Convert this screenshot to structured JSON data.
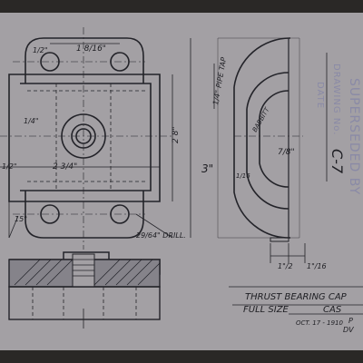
{
  "colors": {
    "paper": "#a3a0a4",
    "ink": "#232329",
    "stamp": "#8a8aa6",
    "border_dark": "#2a2826"
  },
  "dims": {
    "top_width": "1 8/16\"",
    "radius_left": "1/2\"",
    "quarter": "1/4\"",
    "half_left": "1/2\"",
    "two_three_quarter": "2 3/4\"",
    "two_eight": "2 8\"",
    "three": "3\"",
    "drill": "29/64\" DRILL.",
    "angle": "15°",
    "one_half": "1\"/2",
    "one_sixteenth": "1\"/16",
    "pipe_tap": "1/4\" PIPE TAP",
    "babbitt": "BABBITT",
    "seven_eighth": "7/8\"",
    "one_sixteenth_r": "1/16"
  },
  "title_block": {
    "superseded": "SUPERSEDED BY",
    "drawing_no_label": "DRAWING No.",
    "drawing_no": "C-7",
    "date_label": "DATE",
    "title": "THRUST BEARING CAP",
    "scale": "FULL SIZE",
    "material": "CAS",
    "date": "OCT. 17 - 1910",
    "sub1": "P",
    "sub2": "DV"
  }
}
